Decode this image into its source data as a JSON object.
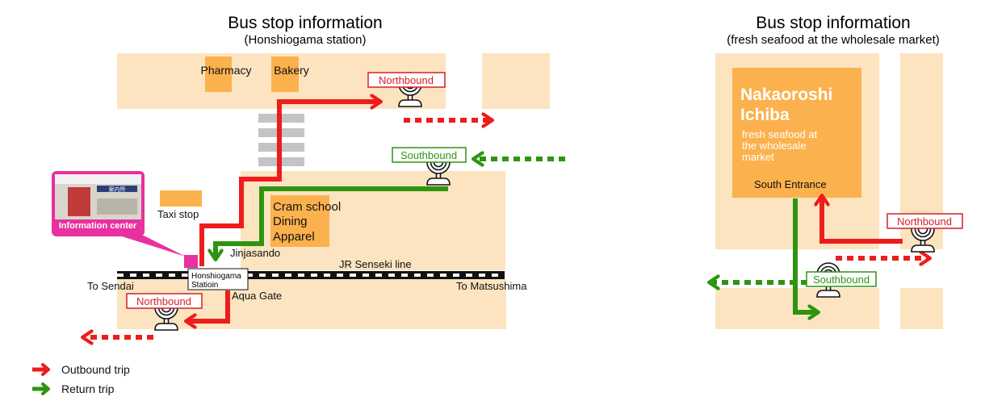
{
  "left_map": {
    "title": "Bus stop information",
    "subtitle": "(Honshiogama station)",
    "shops": {
      "pharmacy": "Pharmacy",
      "bakery": "Bakery",
      "taxi_stop": "Taxi stop",
      "cram_school": "Cram school",
      "dining": "Dining",
      "apparel": "Apparel"
    },
    "bus_stops": {
      "northbound_top": "Northbound",
      "southbound": "Southbound",
      "northbound_bottom": "Northbound"
    },
    "station_name_line1": "Honshiogama",
    "station_name_line2": "Statioin",
    "information_center": "Information center",
    "photo_sign": "案内所",
    "gates": {
      "jinjasando": "Jinjasando",
      "aqua_gate": "Aqua Gate"
    },
    "rail_line": "JR Senseki line",
    "to_sendai": "To Sendai",
    "to_matsushima": "To Matsushima"
  },
  "right_map": {
    "title": "Bus stop information",
    "subtitle": "(fresh seafood at the wholesale market)",
    "market_name_line1": "Nakaoroshi",
    "market_name_line2": "Ichiba",
    "market_desc_line1": "fresh seafood at",
    "market_desc_line2": "the wholesale",
    "market_desc_line3": "market",
    "south_entrance": "South Entrance",
    "bus_stops": {
      "northbound": "Northbound",
      "southbound": "Southbound"
    }
  },
  "legend": {
    "outbound": "Outbound trip",
    "return": "Return trip"
  },
  "colors": {
    "block": "#fce4c0",
    "shop": "#fbb14d",
    "outbound": "#ee1c1c",
    "return": "#2e9410",
    "info_pink": "#e8309f",
    "crosswalk": "#c4c4c4"
  }
}
